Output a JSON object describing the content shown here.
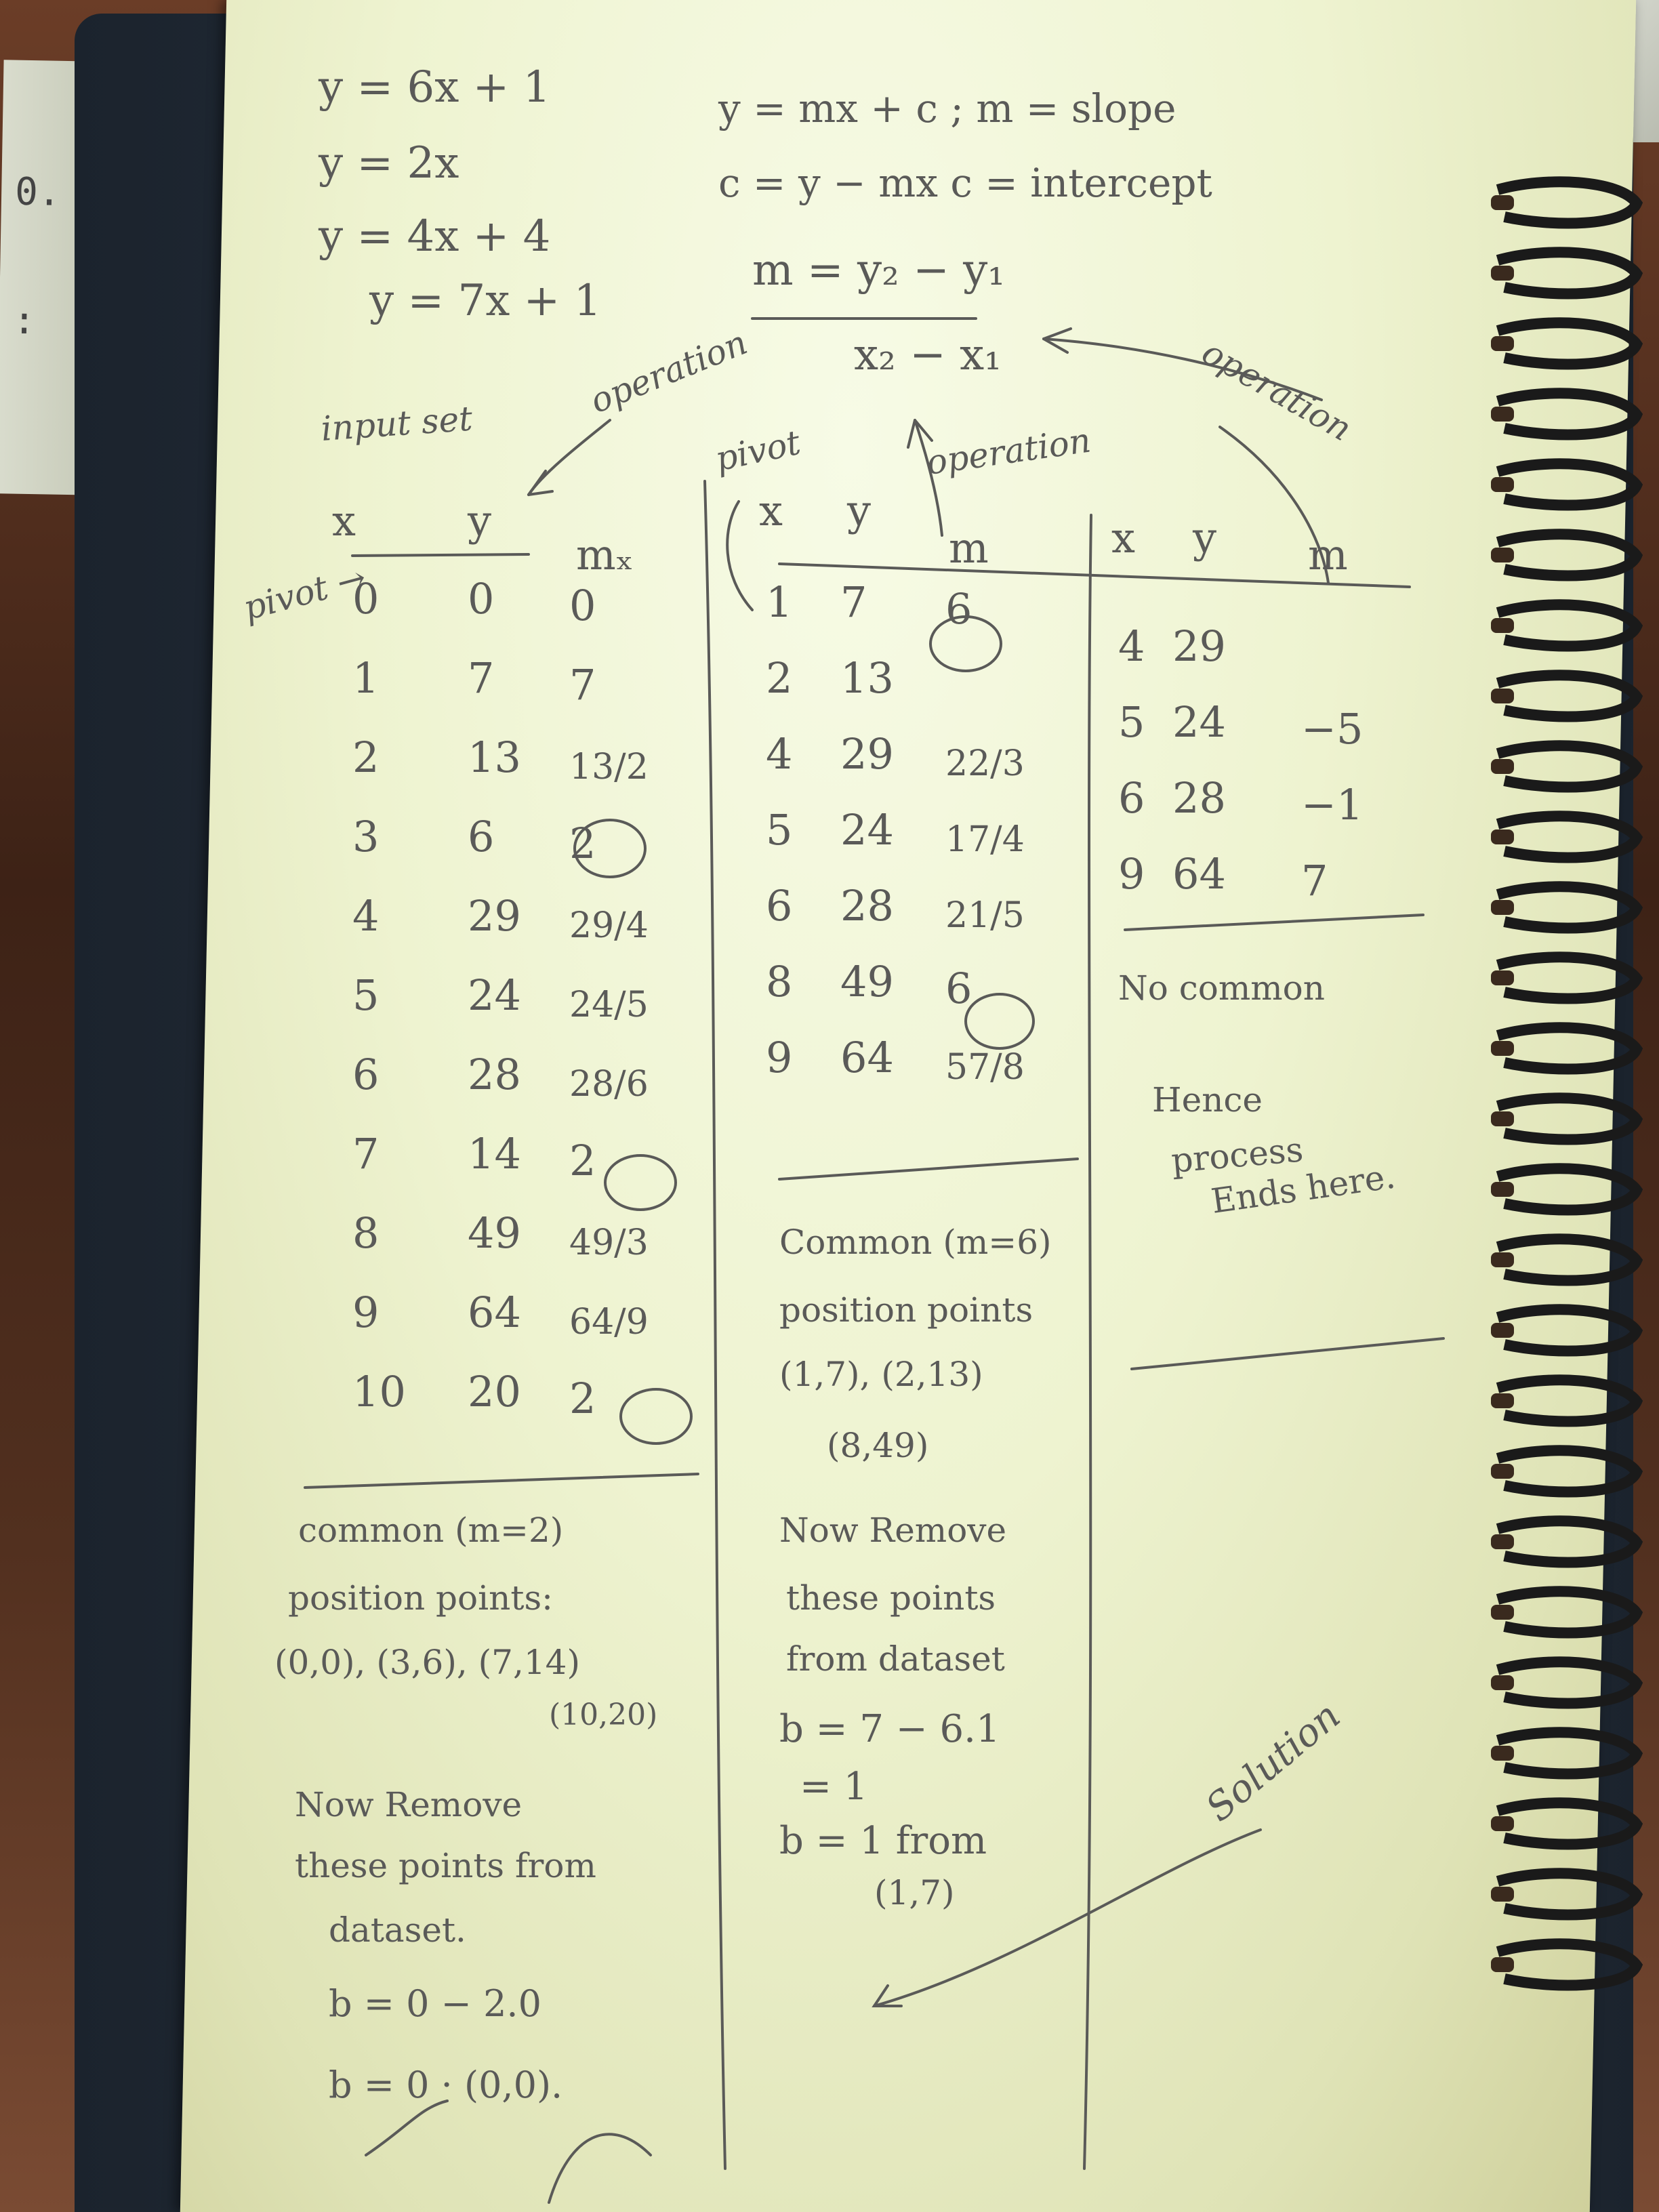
{
  "background": {
    "left_paper_text": "0.\n:",
    "ink_color": "#5a5a58",
    "page_color": "#eef3d0"
  },
  "equations": {
    "eq1": "y = 6x + 1",
    "eq2": "y = 2x",
    "eq3": "y = 4x + 4",
    "eq4": "y = 7x + 1",
    "line_form": "y = mx + c ; m = slope",
    "intercept_form": "c = y − mx   c = intercept",
    "slope_num": "m = y₂ − y₁",
    "slope_den": "x₂ − x₁"
  },
  "annotations": {
    "operation_1": "operation",
    "operation_2": "operation",
    "operation_3": "operation",
    "pivot_1": "pivot",
    "pivot_2": "pivot",
    "pivot_arrow": "pivot →",
    "input_set": "input set",
    "solution": "Solution"
  },
  "table1": {
    "headers": [
      "x",
      "y",
      "mₓ"
    ],
    "rows": [
      [
        "0",
        "0",
        "0"
      ],
      [
        "1",
        "7",
        "7"
      ],
      [
        "2",
        "13",
        "13/2"
      ],
      [
        "3",
        "6",
        "2"
      ],
      [
        "4",
        "29",
        "29/4"
      ],
      [
        "5",
        "24",
        "24/5"
      ],
      [
        "6",
        "28",
        "28/6"
      ],
      [
        "7",
        "14",
        "2"
      ],
      [
        "8",
        "49",
        "49/3"
      ],
      [
        "9",
        "64",
        "64/9"
      ],
      [
        "10",
        "20",
        "2"
      ]
    ],
    "note_common": "common (m=2)",
    "note_position": "position points:",
    "note_points1": "(0,0), (3,6), (7,14)",
    "note_points2": "(10,20)",
    "note_remove1": "Now Remove",
    "note_remove2": "these points from",
    "note_remove3": "dataset.",
    "calc1": "b = 0 − 2.0",
    "calc2": "b = 0 · (0,0)."
  },
  "table2": {
    "headers": [
      "x",
      "y",
      "m"
    ],
    "rows": [
      [
        "1",
        "7",
        "6"
      ],
      [
        "2",
        "13",
        ""
      ],
      [
        "4",
        "29",
        "22/3"
      ],
      [
        "5",
        "24",
        "17/4"
      ],
      [
        "6",
        "28",
        "21/5"
      ],
      [
        "8",
        "49",
        "6"
      ],
      [
        "9",
        "64",
        "57/8"
      ]
    ],
    "note_common": "Common (m=6)",
    "note_position": "position points",
    "note_points1": "(1,7), (2,13)",
    "note_points2": "(8,49)",
    "note_remove1": "Now Remove",
    "note_remove2": "these points",
    "note_remove3": "from dataset",
    "calc1": "b = 7 − 6.1",
    "calc2": "= 1",
    "calc3": "b = 1 from",
    "calc4": "(1,7)"
  },
  "table3": {
    "headers": [
      "x",
      "y",
      "m"
    ],
    "rows": [
      [
        "4",
        "29",
        ""
      ],
      [
        "5",
        "24",
        "−5"
      ],
      [
        "6",
        "28",
        "−1"
      ],
      [
        "9",
        "64",
        "7"
      ]
    ],
    "note1": "No common",
    "note2": "Hence",
    "note3": "process",
    "note4": "Ends here."
  }
}
